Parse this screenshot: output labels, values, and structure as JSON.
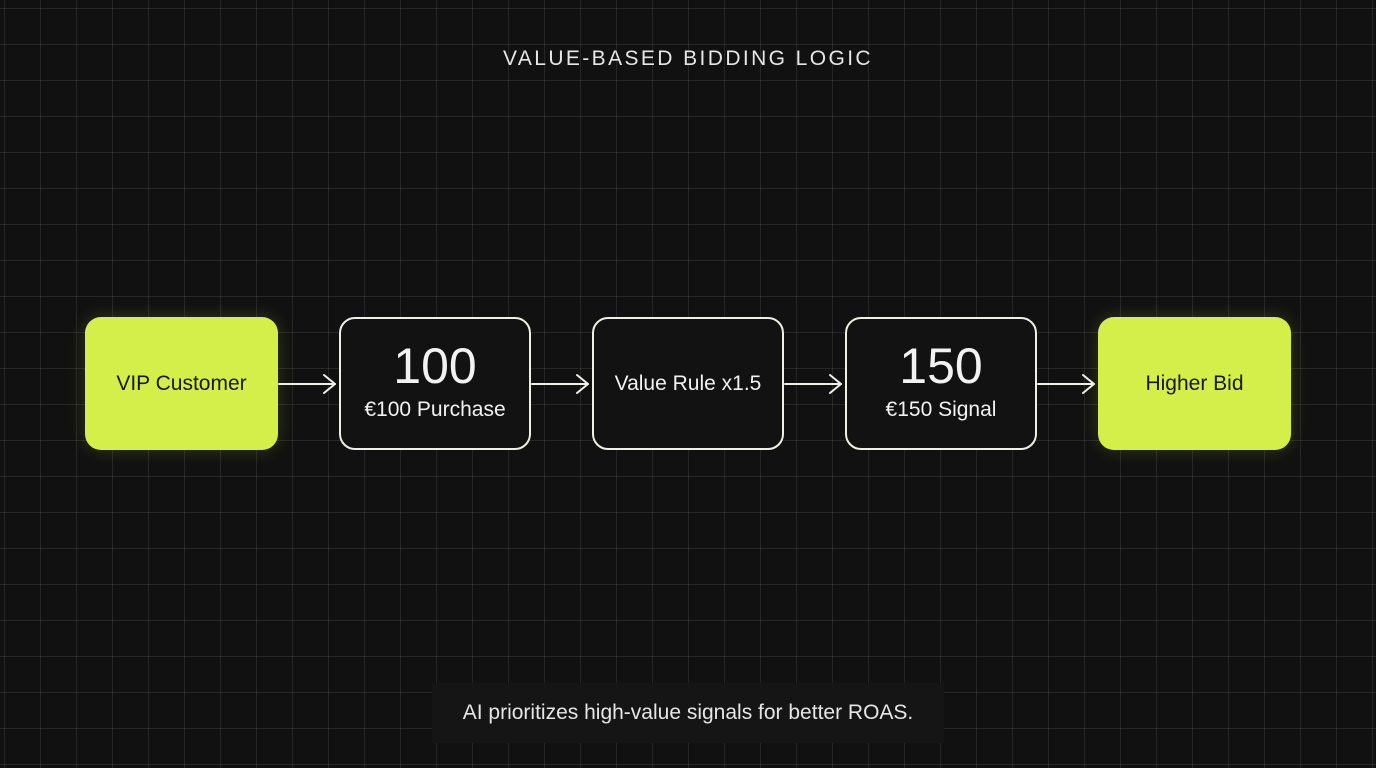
{
  "title": "VALUE-BASED BIDDING LOGIC",
  "nodes": {
    "vip": {
      "label": "VIP Customer"
    },
    "purchase": {
      "value": "100",
      "label": "€100 Purchase"
    },
    "rule": {
      "label": "Value Rule x1.5"
    },
    "signal": {
      "value": "150",
      "label": "€150 Signal"
    },
    "bid": {
      "label": "Higher Bid"
    }
  },
  "caption": "AI prioritizes high-value signals for better ROAS.",
  "colors": {
    "background": "#111111",
    "accent": "#d4ef4a",
    "outline": "#efefe4",
    "text": "#eeeeee"
  }
}
